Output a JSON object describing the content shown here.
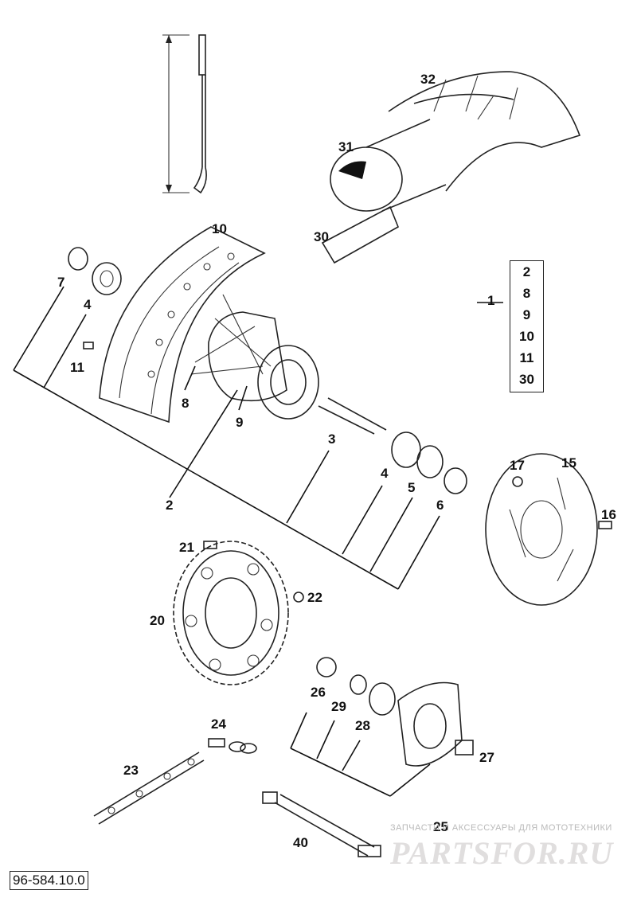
{
  "labels": [
    {
      "id": "1",
      "text": "1"
    },
    {
      "id": "2",
      "text": "2"
    },
    {
      "id": "3",
      "text": "3"
    },
    {
      "id": "4a",
      "text": "4"
    },
    {
      "id": "4b",
      "text": "4"
    },
    {
      "id": "5",
      "text": "5"
    },
    {
      "id": "6",
      "text": "6"
    },
    {
      "id": "7",
      "text": "7"
    },
    {
      "id": "8",
      "text": "8"
    },
    {
      "id": "9",
      "text": "9"
    },
    {
      "id": "10",
      "text": "10"
    },
    {
      "id": "11",
      "text": "11"
    },
    {
      "id": "15",
      "text": "15"
    },
    {
      "id": "16",
      "text": "16"
    },
    {
      "id": "17",
      "text": "17"
    },
    {
      "id": "20",
      "text": "20"
    },
    {
      "id": "21",
      "text": "21"
    },
    {
      "id": "22",
      "text": "22"
    },
    {
      "id": "23",
      "text": "23"
    },
    {
      "id": "24",
      "text": "24"
    },
    {
      "id": "25",
      "text": "25"
    },
    {
      "id": "26",
      "text": "26"
    },
    {
      "id": "27",
      "text": "27"
    },
    {
      "id": "28",
      "text": "28"
    },
    {
      "id": "29",
      "text": "29"
    },
    {
      "id": "30",
      "text": "30"
    },
    {
      "id": "31",
      "text": "31"
    },
    {
      "id": "32",
      "text": "32"
    },
    {
      "id": "40",
      "text": "40"
    }
  ],
  "group": {
    "label": "1",
    "items": [
      "2",
      "8",
      "9",
      "10",
      "11",
      "30"
    ]
  },
  "document_number": "96-584.10.0",
  "watermark": {
    "line1": "ЗАПЧАСТИ И АКСЕССУАРЫ ДЛЯ МОТОТЕХНИКИ",
    "line2": "PARTSFOR.RU"
  }
}
